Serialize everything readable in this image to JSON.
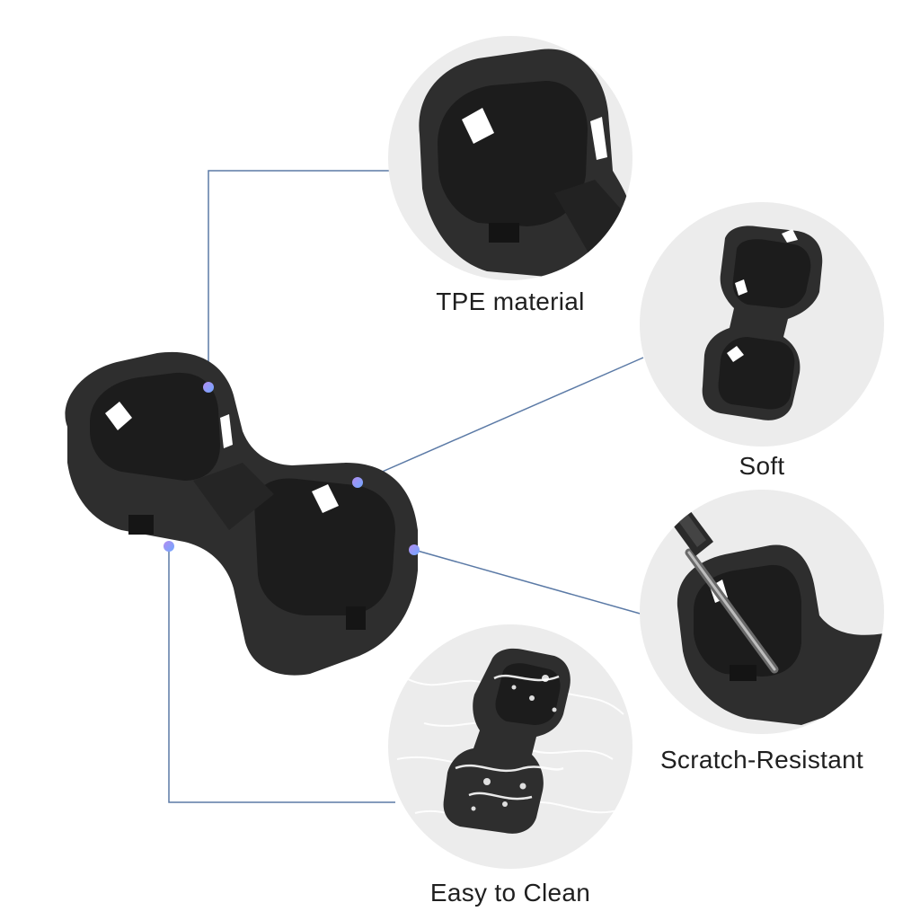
{
  "features": [
    {
      "label": "TPE material"
    },
    {
      "label": "Soft"
    },
    {
      "label": "Scratch-Resistant"
    },
    {
      "label": "Easy to Clean"
    }
  ],
  "colors": {
    "background": "#ffffff",
    "circle_fill": "#ececec",
    "product": "#2e2e2e",
    "product_dark": "#1c1c1c",
    "connector_line": "#5b7aa6",
    "dot_start": "#b48cf0",
    "dot_end": "#6fa8ff",
    "label_text": "#1f1f1f"
  },
  "icons": {
    "main": "cup-holder-insert-illustration",
    "tpe": "cup-holder-closeup-illustration",
    "soft": "folded-cup-holder-illustration",
    "scratch": "screwdriver-scratch-illustration",
    "clean": "water-splash-illustration"
  }
}
